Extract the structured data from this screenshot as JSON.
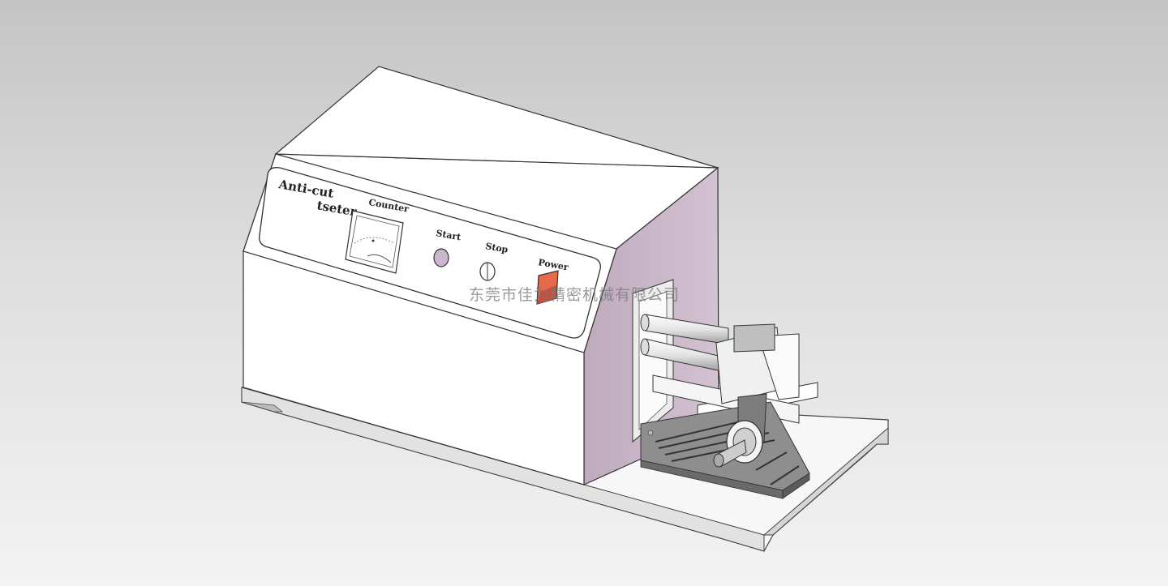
{
  "panel": {
    "brand_line1": "Anti-cut",
    "brand_line2": "tseter",
    "counter_label": "Counter",
    "start_label": "Start",
    "stop_label": "Stop",
    "power_label": "Power"
  },
  "watermark": "东莞市佳为精密机械有限公司",
  "colors": {
    "housing_side": "#c8b5c8",
    "power_switch": "#e8694a",
    "base_plate": "#f6f6f6",
    "fixture": "#8c8c8c"
  }
}
